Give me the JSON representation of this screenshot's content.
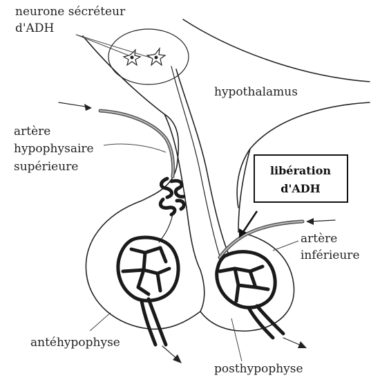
{
  "labels": {
    "neurone_line1": "neurone sécréteur",
    "neurone_line2": "d'ADH",
    "hypothalamus": "hypothalamus",
    "artere_sup_line1": "artère",
    "artere_sup_line2": "hypophysaire",
    "artere_sup_line3": "supérieure",
    "liberation_line1": "libération",
    "liberation_line2": "d'ADH",
    "artere_inf_line1": "artère",
    "artere_inf_line2": "inférieure",
    "antehypophyse": "antéhypophyse",
    "posthypophyse": "posthypophyse"
  },
  "colors": {
    "line": "#222222",
    "background": "#ffffff"
  }
}
